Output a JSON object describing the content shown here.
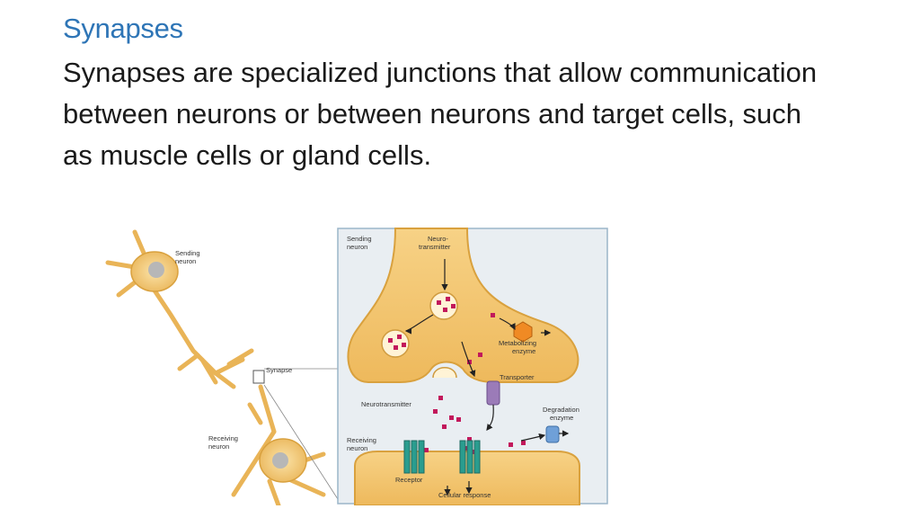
{
  "slide": {
    "title": "Synapses",
    "body": "Synapses are specialized junctions that allow communication between neurons or between neurons and target cells, such as muscle cells or gland cells."
  },
  "figure": {
    "left_panel": {
      "sending_neuron": [
        "Sending",
        "neuron"
      ],
      "synapse": "Synapse",
      "receiving_neuron": [
        "Receiving",
        "neuron"
      ]
    },
    "right_panel": {
      "sending_neuron": [
        "Sending",
        "neuron"
      ],
      "neurotransmitter_top": [
        "Neuro-",
        "transmitter"
      ],
      "metabolizing_enzyme": [
        "Metabolizing",
        "enzyme"
      ],
      "transporter": "Transporter",
      "neurotransmitter": "Neurotransmitter",
      "degradation_enzyme": [
        "Degradation",
        "enzyme"
      ],
      "receiving_neuron": [
        "Receiving",
        "neuron"
      ],
      "receptor": "Receptor",
      "cellular_response": "Cellular response"
    },
    "colors": {
      "cell_fill": "#f2c56b",
      "cell_edge": "#d9a13e",
      "receptor": "#2a9d8f",
      "transporter": "#9b7bb8",
      "molecule": "#c2185b",
      "degradation_enzyme": "#6fa0d8",
      "panel_border": "#9bb5c9"
    }
  }
}
